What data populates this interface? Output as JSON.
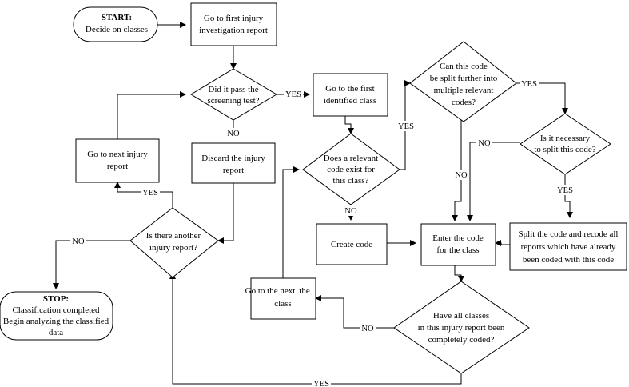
{
  "nodes": {
    "start": {
      "title": "START:",
      "lines": [
        "Decide on classes"
      ]
    },
    "first_report": {
      "lines": [
        "Go to first injury",
        "investigation report"
      ]
    },
    "screening": {
      "lines": [
        "Did it pass the",
        "screening test?"
      ]
    },
    "next_report": {
      "lines": [
        "Go to next injury",
        "report"
      ]
    },
    "discard": {
      "lines": [
        "Discard the injury",
        "report"
      ]
    },
    "another": {
      "lines": [
        "Is there another",
        "injury report?"
      ]
    },
    "stop": {
      "title": "STOP:",
      "lines": [
        "Classification completed",
        "Begin analyzing the classified",
        "data"
      ]
    },
    "first_class": {
      "lines": [
        "Go to the first",
        "identified class"
      ]
    },
    "relevant_code": {
      "lines": [
        "Does a relevant",
        "code exist for",
        "this class?"
      ]
    },
    "create_code": {
      "lines": [
        "Create code"
      ]
    },
    "next_class": {
      "lines": [
        "Go to the next",
        "the",
        "class"
      ]
    },
    "split_further": {
      "lines": [
        "Can this code",
        "be split further into",
        "multiple relevant",
        "codes?"
      ]
    },
    "necessary": {
      "lines": [
        "Is it necessary",
        "to split this code?"
      ]
    },
    "enter_code": {
      "lines": [
        "Enter the code",
        "for the class"
      ]
    },
    "split_recode": {
      "lines": [
        "Split the code and recode all",
        "reports which have already",
        "been coded with this code"
      ]
    },
    "all_coded": {
      "lines": [
        "Have all classes",
        "in this injury report been",
        "completely coded?"
      ]
    }
  },
  "edge_labels": {
    "screening_yes": "YES",
    "screening_no": "NO",
    "another_yes": "YES",
    "another_no": "NO",
    "relevant_yes": "YES",
    "relevant_no": "NO",
    "split_yes": "YES",
    "split_no": "NO",
    "necessary_yes": "YES",
    "necessary_no": "NO",
    "all_coded_no": "NO",
    "all_coded_yes": "YES"
  }
}
